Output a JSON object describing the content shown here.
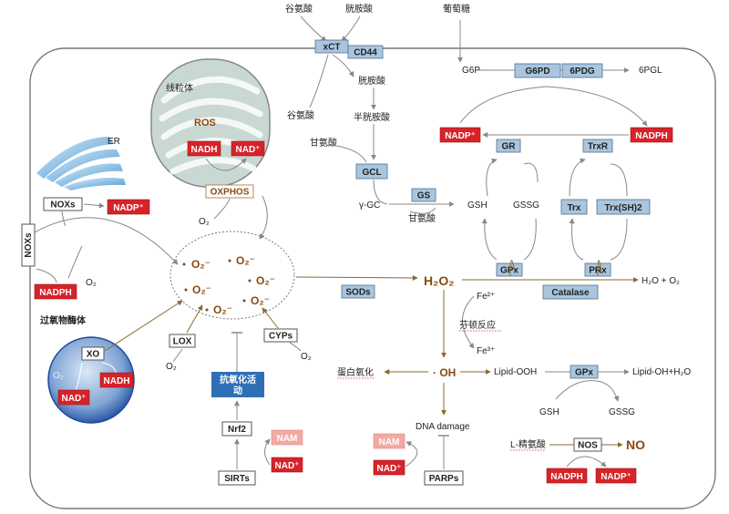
{
  "colors": {
    "accent_red": "#d6232a",
    "accent_blue": "#a9c6de",
    "brown": "#8a4a10",
    "action_blue": "#2f6fb6"
  },
  "labels": {
    "glutamate_top": "谷氨酸",
    "cystine_top": "胱胺酸",
    "glucose": "葡萄糖",
    "xct": "xCT",
    "cd44": "CD44",
    "cystine_in": "胱胺酸",
    "glutamate_out": "谷氨酸",
    "cysteine": "半胱胺酸",
    "glycine1": "甘氨酸",
    "gcl": "GCL",
    "ggc": "γ-GC",
    "gs": "GS",
    "glycine2": "甘氨酸",
    "gsh": "GSH",
    "gssg": "GSSG",
    "gr": "GR",
    "gpx1": "GPx",
    "trxr": "TrxR",
    "trx": "Trx",
    "trxsh2": "Trx(SH)2",
    "prx": "PRx",
    "g6p": "G6P",
    "g6pd": "G6PD",
    "pdg6": "6PDG",
    "pgl6": "6PGL",
    "nadp_top": "NADP⁺",
    "nadph_top": "NADPH",
    "mito": "线粒体",
    "ros": "ROS",
    "nadh_mito": "NADH",
    "nad_mito": "NAD⁺",
    "oxphos": "OXPHOS",
    "o2_mito": "O₂",
    "er": "ER",
    "noxs1": "NOXs",
    "nadp_nox": "NADP⁺",
    "noxs2": "NOXs",
    "nadph_left": "NADPH",
    "o2_left": "O₂",
    "peroxisome": "过氧物酶体",
    "xo": "XO",
    "nadh_perox": "NADH",
    "nad_perox": "NAD⁺",
    "o2_perox": "O₂",
    "lox": "LOX",
    "o2_lox": "O₂",
    "cyps": "CYPs",
    "o2_cyps": "O₂",
    "superoxide": "O₂⁻",
    "antioxidant": "抗氧化活动",
    "nrf2": "Nrf2",
    "sirts": "SIRTs",
    "nam1": "NAM",
    "nad1": "NAD⁺",
    "sods": "SODs",
    "h2o2": "H₂O₂",
    "catalase": "Catalase",
    "h2o_o2": "H₂O + O₂",
    "fe2": "Fe²⁺",
    "fenton": "芬顿反应",
    "fe3": "Fe³⁺",
    "oh": "· OH",
    "protein_ox": "蛋白氧化",
    "lipid_ooh": "Lipid-OOH",
    "gpx2": "GPx",
    "lipid_oh": "Lipid-OH+H₂O",
    "gsh2": "GSH",
    "gssg2": "GSSG",
    "dna_damage": "DNA damage",
    "nam2": "NAM",
    "nad2": "NAD⁺",
    "parps": "PARPs",
    "l_arginine": "L-精氨酸",
    "nos": "NOS",
    "no": "NO",
    "nadph_nos": "NADPH",
    "nadp_nos": "NADP⁺"
  }
}
